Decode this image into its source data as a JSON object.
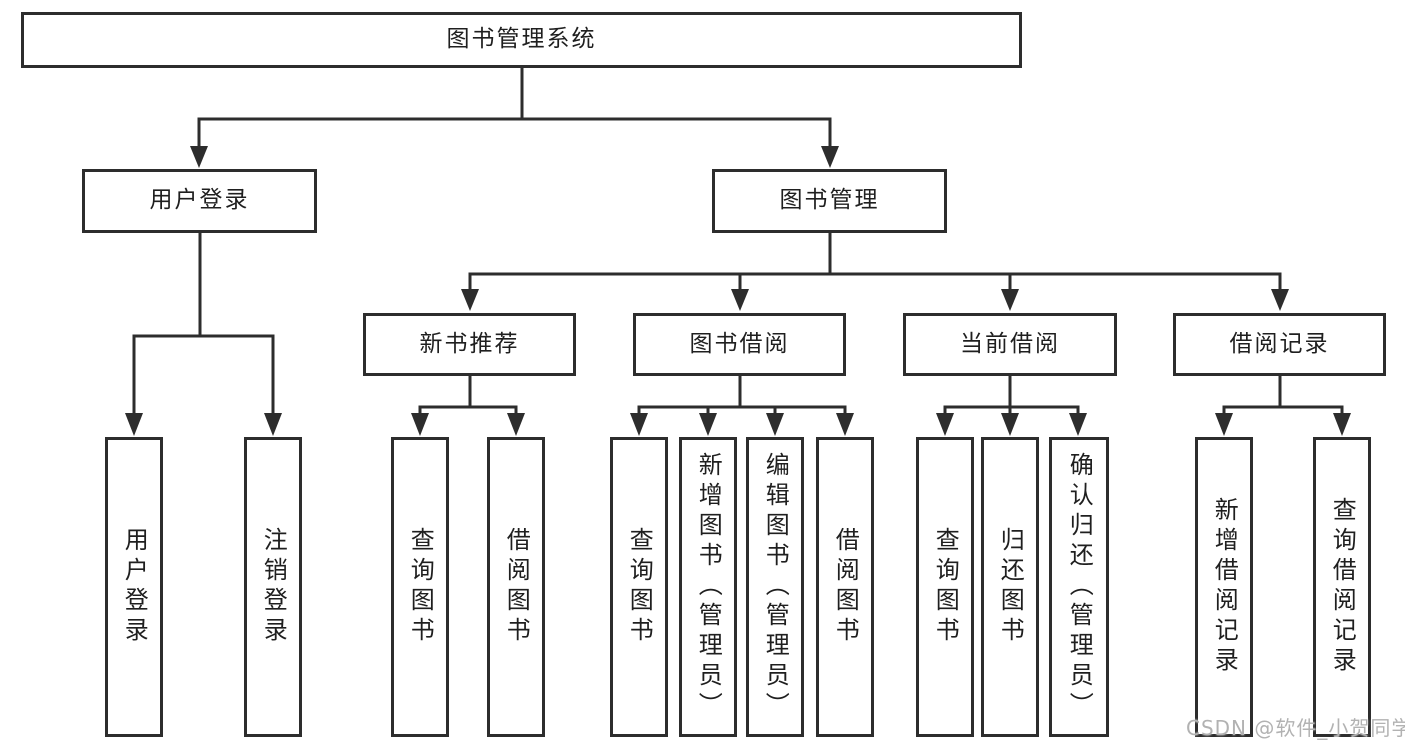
{
  "diagram_title": "图书管理系统",
  "colors": {
    "line": "#2d2d2d",
    "text": "#1f1f1f",
    "box_background": "#ffffff",
    "watermark": "#b2b2b2"
  },
  "tree": {
    "root": {
      "label": "图书管理系统"
    },
    "branches": [
      {
        "label": "用户登录",
        "children": [
          {
            "label": "用户登录"
          },
          {
            "label": "注销登录"
          }
        ]
      },
      {
        "label": "图书管理",
        "groups": [
          {
            "label": "新书推荐",
            "children": [
              {
                "label": "查询图书"
              },
              {
                "label": "借阅图书"
              }
            ]
          },
          {
            "label": "图书借阅",
            "children": [
              {
                "label": "查询图书"
              },
              {
                "label": "新增图书（管理员）"
              },
              {
                "label": "编辑图书（管理员）"
              },
              {
                "label": "借阅图书"
              }
            ]
          },
          {
            "label": "当前借阅",
            "children": [
              {
                "label": "查询图书"
              },
              {
                "label": "归还图书"
              },
              {
                "label": "确认归还（管理员）"
              }
            ]
          },
          {
            "label": "借阅记录",
            "children": [
              {
                "label": "新增借阅记录"
              },
              {
                "label": "查询借阅记录"
              }
            ]
          }
        ]
      }
    ]
  },
  "watermark": "CSDN @软件_小贺同学"
}
